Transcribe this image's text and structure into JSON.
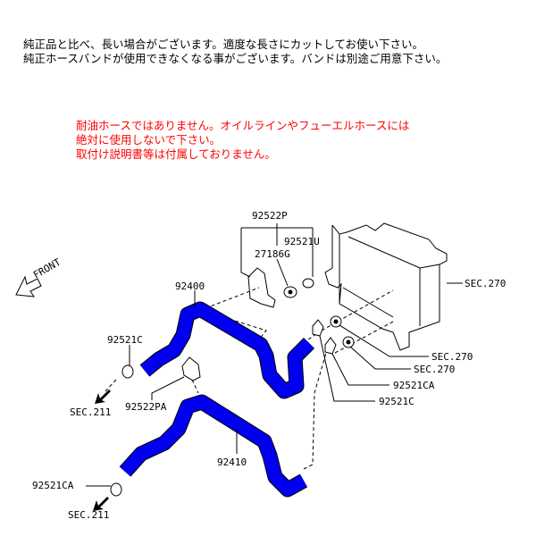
{
  "notes": {
    "black": [
      "純正品と比べ、長い場合がございます。適度な長さにカットしてお使い下さい。",
      "純正ホースバンドが使用できなくなる事がございます。バンドは別途ご用意下さい。"
    ],
    "red": [
      "耐油ホースではありません。オイルラインやフューエルホースには",
      "絶対に使用しないで下さい。",
      "取付け説明書等は付属しておりません。"
    ],
    "red_color": "#ff0000"
  },
  "diagram": {
    "front": "FRONT",
    "hose_color": "#0000ee",
    "labels": {
      "p92522P": "92522P",
      "p92521U": "92521U",
      "p27186G": "27186G",
      "p92400": "92400",
      "sec270_top": "SEC.270",
      "p92521C_left": "92521C",
      "sec270_a": "SEC.270",
      "sec270_b": "SEC.270",
      "p92521CA_right": "92521CA",
      "sec211_top": "SEC.211",
      "p92522PA": "92522PA",
      "p92521C_right": "92521C",
      "p92410": "92410",
      "p92521CA_left": "92521CA",
      "sec211_bottom": "SEC.211"
    }
  }
}
